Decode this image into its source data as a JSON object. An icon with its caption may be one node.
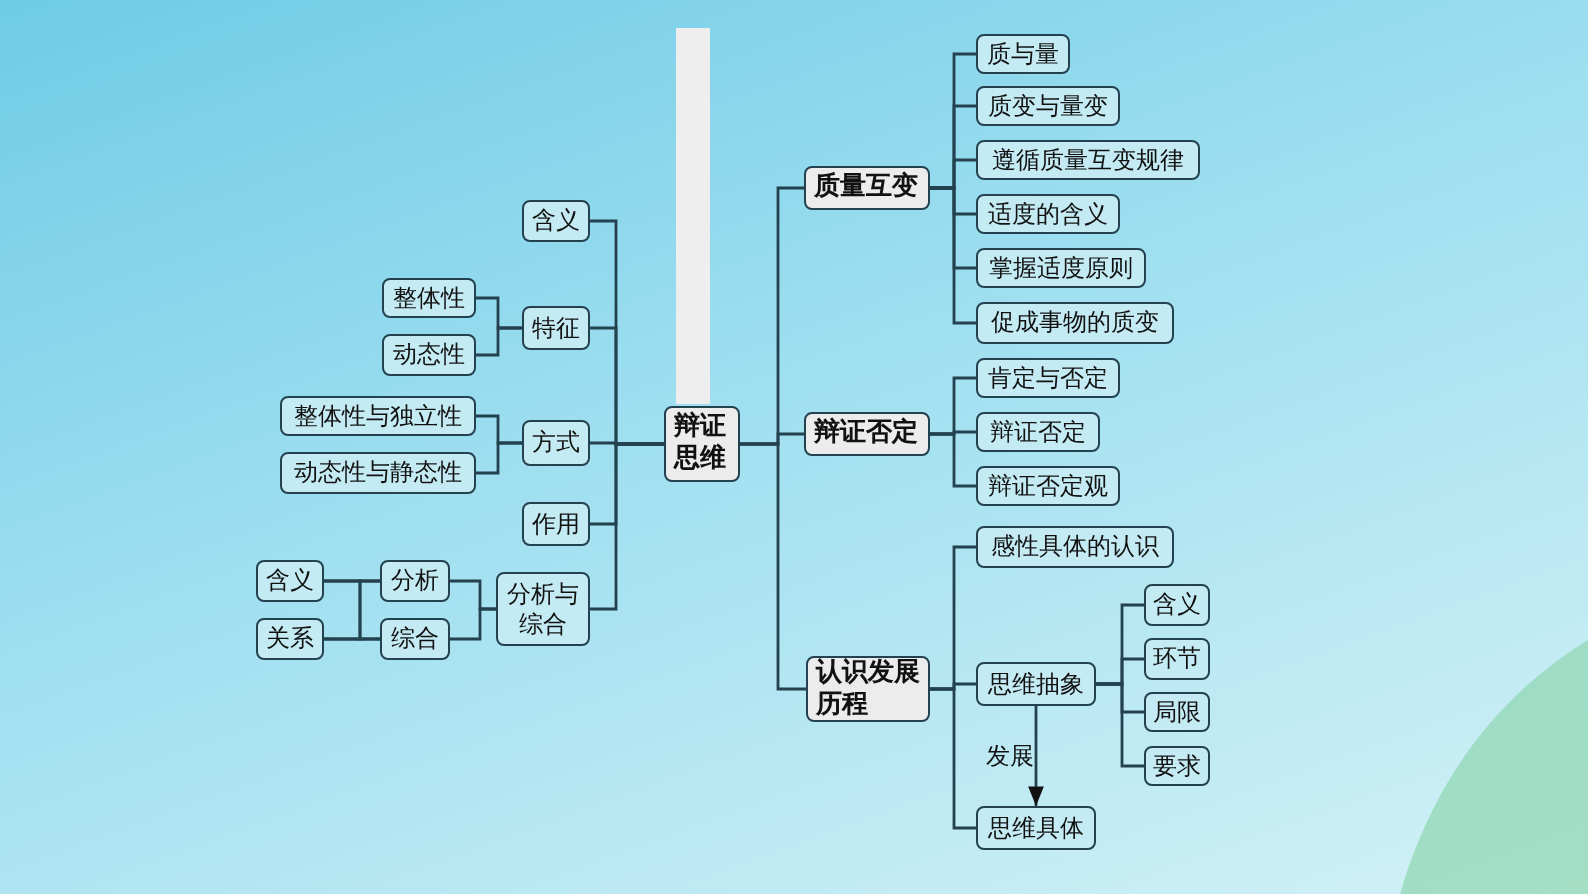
{
  "diagram": {
    "nodes": [
      {
        "text": [
          "辩证思维"
        ]
      },
      {
        "text": [
          "含义"
        ]
      },
      {
        "text": [
          "特征"
        ]
      },
      {
        "text": [
          "整体性"
        ]
      },
      {
        "text": [
          "动态性"
        ]
      },
      {
        "text": [
          "方式"
        ]
      },
      {
        "text": [
          "整体性与独立性"
        ]
      },
      {
        "text": [
          "动态性与静态性"
        ]
      },
      {
        "text": [
          "作用"
        ]
      },
      {
        "text": [
          "分析与综合"
        ]
      },
      {
        "text": [
          "分析"
        ]
      },
      {
        "text": [
          "综合"
        ]
      },
      {
        "text": [
          "含义"
        ]
      },
      {
        "text": [
          "关系"
        ]
      },
      {
        "text": [
          "质量互变"
        ]
      },
      {
        "text": [
          "质与量"
        ]
      },
      {
        "text": [
          "质变与量变"
        ]
      },
      {
        "text": [
          "遵循质量互变规律"
        ]
      },
      {
        "text": [
          "适度的含义"
        ]
      },
      {
        "text": [
          "掌握适度原则"
        ]
      },
      {
        "text": [
          "促成事物的质变"
        ]
      },
      {
        "text": [
          "辩证否定"
        ]
      },
      {
        "text": [
          "肯定与否定"
        ]
      },
      {
        "text": [
          "辩证否定"
        ]
      },
      {
        "text": [
          "辩证否定观"
        ]
      },
      {
        "text": [
          "认识发展历程"
        ]
      },
      {
        "text": [
          "感性具体的认识"
        ]
      },
      {
        "text": [
          "思维抽象"
        ]
      },
      {
        "text": [
          "含义"
        ]
      },
      {
        "text": [
          "环节"
        ]
      },
      {
        "text": [
          "局限"
        ]
      },
      {
        "text": [
          "要求"
        ]
      },
      {
        "text": [
          "思维具体"
        ]
      }
    ],
    "edges": [
      {
        "from": 0,
        "to": 1,
        "arrow": "none"
      },
      {
        "from": 0,
        "to": 2,
        "arrow": "none"
      },
      {
        "from": 0,
        "to": 5,
        "arrow": "none"
      },
      {
        "from": 0,
        "to": 8,
        "arrow": "none"
      },
      {
        "from": 0,
        "to": 9,
        "arrow": "none"
      },
      {
        "from": 2,
        "to": 3,
        "arrow": "none"
      },
      {
        "from": 2,
        "to": 4,
        "arrow": "none"
      },
      {
        "from": 5,
        "to": 6,
        "arrow": "none"
      },
      {
        "from": 5,
        "to": 7,
        "arrow": "none"
      },
      {
        "from": 9,
        "to": 10,
        "arrow": "none"
      },
      {
        "from": 9,
        "to": 11,
        "arrow": "none"
      },
      {
        "from": 10,
        "to": 12,
        "arrow": "none"
      },
      {
        "from": 10,
        "to": 13,
        "arrow": "none"
      },
      {
        "from": 11,
        "to": 12,
        "arrow": "none"
      },
      {
        "from": 11,
        "to": 13,
        "arrow": "none"
      },
      {
        "from": 0,
        "to": 14,
        "arrow": "none"
      },
      {
        "from": 0,
        "to": 21,
        "arrow": "none"
      },
      {
        "from": 0,
        "to": 25,
        "arrow": "none"
      },
      {
        "from": 14,
        "to": 15,
        "arrow": "none"
      },
      {
        "from": 14,
        "to": 16,
        "arrow": "none"
      },
      {
        "from": 14,
        "to": 17,
        "arrow": "none"
      },
      {
        "from": 14,
        "to": 18,
        "arrow": "none"
      },
      {
        "from": 14,
        "to": 19,
        "arrow": "none"
      },
      {
        "from": 14,
        "to": 20,
        "arrow": "none"
      },
      {
        "from": 21,
        "to": 22,
        "arrow": "none"
      },
      {
        "from": 21,
        "to": 23,
        "arrow": "none"
      },
      {
        "from": 21,
        "to": 24,
        "arrow": "none"
      },
      {
        "from": 25,
        "to": 26,
        "arrow": "none"
      },
      {
        "from": 25,
        "to": 27,
        "arrow": "none"
      },
      {
        "from": 25,
        "to": 32,
        "arrow": "none"
      },
      {
        "from": 27,
        "to": 28,
        "arrow": "none"
      },
      {
        "from": 27,
        "to": 29,
        "arrow": "none"
      },
      {
        "from": 27,
        "to": 30,
        "arrow": "none"
      },
      {
        "from": 27,
        "to": 31,
        "arrow": "none"
      },
      {
        "from": 27,
        "to": 32,
        "arrow": "to",
        "label": "发展"
      }
    ]
  }
}
